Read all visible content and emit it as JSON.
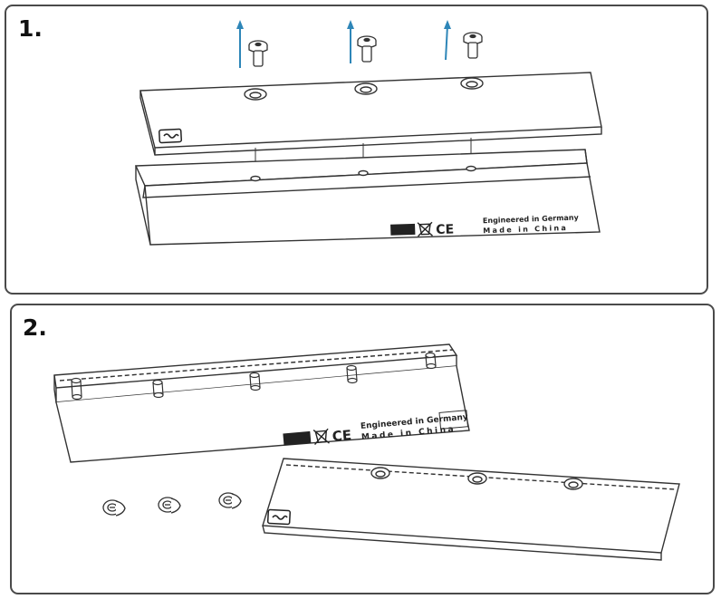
{
  "steps": {
    "step1": "1.",
    "step2": "2."
  },
  "engraving": {
    "line1": "Engineered in Germany",
    "line2": "Made in China",
    "rohs": "RoHS",
    "ce": "CE"
  },
  "colors": {
    "arrow": "#2e86b8",
    "outline": "#333333",
    "panel_border": "#4a4a4a"
  },
  "icons": {
    "logo": "alphacool-logo-icon",
    "weee": "weee-bin-icon"
  }
}
